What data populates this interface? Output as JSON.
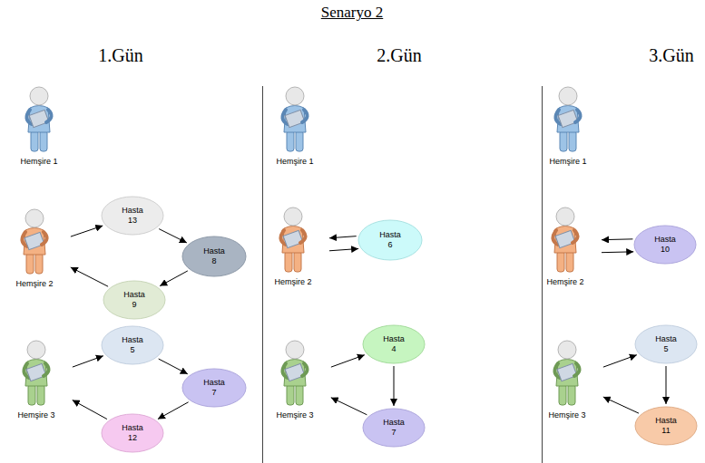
{
  "diagram": {
    "title": "Senaryo 2",
    "nodes": [
      {
        "text": [
          "Hemşire 1"
        ]
      },
      {
        "text": [
          "Hemşire 2"
        ]
      },
      {
        "text": [
          "Hasta 13"
        ]
      },
      {
        "text": [
          "Hasta 8"
        ]
      },
      {
        "text": [
          "Hasta 9"
        ]
      },
      {
        "text": [
          "Hemşire 3"
        ]
      },
      {
        "text": [
          "Hasta 5"
        ]
      },
      {
        "text": [
          "Hasta 7"
        ]
      },
      {
        "text": [
          "Hasta 12"
        ]
      },
      {
        "text": [
          "Hemşire 1"
        ]
      },
      {
        "text": [
          "Hemşire 2"
        ]
      },
      {
        "text": [
          "Hasta 6"
        ]
      },
      {
        "text": [
          "Hemşire 3"
        ]
      },
      {
        "text": [
          "Hasta 4"
        ]
      },
      {
        "text": [
          "Hasta 7"
        ]
      },
      {
        "text": [
          "Hemşire 1"
        ]
      },
      {
        "text": [
          "Hemşire 2"
        ]
      },
      {
        "text": [
          "Hasta 10"
        ]
      },
      {
        "text": [
          "Hemşire 3"
        ]
      },
      {
        "text": [
          "Hasta 5"
        ]
      },
      {
        "text": [
          "Hasta 11"
        ]
      }
    ],
    "edges": [
      {
        "from": 1,
        "to": 2,
        "arrow": "to"
      },
      {
        "from": 2,
        "to": 3,
        "arrow": "to"
      },
      {
        "from": 3,
        "to": 4,
        "arrow": "to"
      },
      {
        "from": 4,
        "to": 1,
        "arrow": "to"
      },
      {
        "from": 5,
        "to": 6,
        "arrow": "to"
      },
      {
        "from": 6,
        "to": 7,
        "arrow": "to"
      },
      {
        "from": 7,
        "to": 8,
        "arrow": "to"
      },
      {
        "from": 8,
        "to": 5,
        "arrow": "to"
      },
      {
        "from": 10,
        "to": 11,
        "arrow": "to"
      },
      {
        "from": 11,
        "to": 10,
        "arrow": "to"
      },
      {
        "from": 12,
        "to": 13,
        "arrow": "to"
      },
      {
        "from": 13,
        "to": 14,
        "arrow": "to"
      },
      {
        "from": 14,
        "to": 12,
        "arrow": "to"
      },
      {
        "from": 16,
        "to": 17,
        "arrow": "to"
      },
      {
        "from": 17,
        "to": 16,
        "arrow": "to"
      },
      {
        "from": 18,
        "to": 19,
        "arrow": "to"
      },
      {
        "from": 19,
        "to": 20,
        "arrow": "to"
      },
      {
        "from": 20,
        "to": 18,
        "arrow": "to"
      }
    ],
    "labels": [
      "1.Gün",
      "2.Gün",
      "3.Gün"
    ]
  }
}
